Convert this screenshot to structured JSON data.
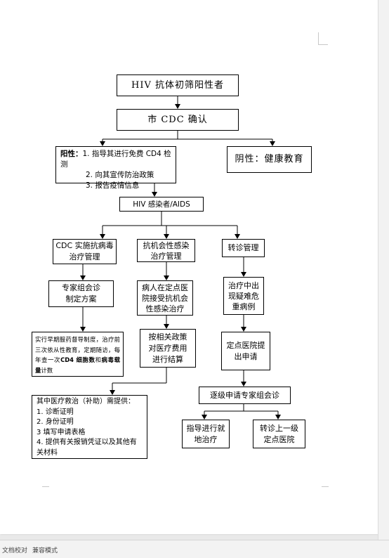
{
  "flow": {
    "initial": "HIV 抗体初筛阳性者",
    "confirm": "市 CDC 确认",
    "positive": {
      "label": "阳性：",
      "items": [
        "1. 指导其进行免费 CD4 检测",
        "2. 向其宣传防治政策",
        "3. 报告疫情信息"
      ]
    },
    "negative": "阴性：健康教育",
    "infected": "HIV 感染者/AIDS",
    "branch1": {
      "title": [
        "CDC 实施抗病毒",
        "治疗管理"
      ],
      "plan": [
        "专家组会诊",
        "制定方案"
      ],
      "detail": {
        "text": "实行早期服药督导制度，治疗前三次依从性教育，定期随访，每年查一次",
        "bold1": "CD4 细胞数",
        "mid": "和",
        "bold2": "病毒载量",
        "tail": "计数"
      }
    },
    "branch2": {
      "title": [
        "抗机会性感染",
        "治疗管理"
      ],
      "hospital": [
        "病人在定点医",
        "院接受抗机会",
        "性感染治疗"
      ],
      "settle": [
        "按相关政策",
        "对医疗费用",
        "进行结算"
      ]
    },
    "branch3": {
      "title": "转诊管理",
      "severe": [
        "治疗中出",
        "现疑难危",
        "重病例"
      ],
      "apply": [
        "定点医院提",
        "出申请"
      ],
      "consult": "逐级申请专家组会诊",
      "local": [
        "指导进行就",
        "地治疗"
      ],
      "referral": [
        "转诊上一级",
        "定点医院"
      ]
    },
    "relief": {
      "title": "其中医疗救治（补助）需提供：",
      "items": [
        "1. 诊断证明",
        "2. 身份证明",
        "3 填写申请表格",
        "4. 提供有关报销凭证以及其他有关材料"
      ]
    }
  },
  "status_bar": {
    "item1": "文档校对",
    "item2": "兼容模式"
  }
}
